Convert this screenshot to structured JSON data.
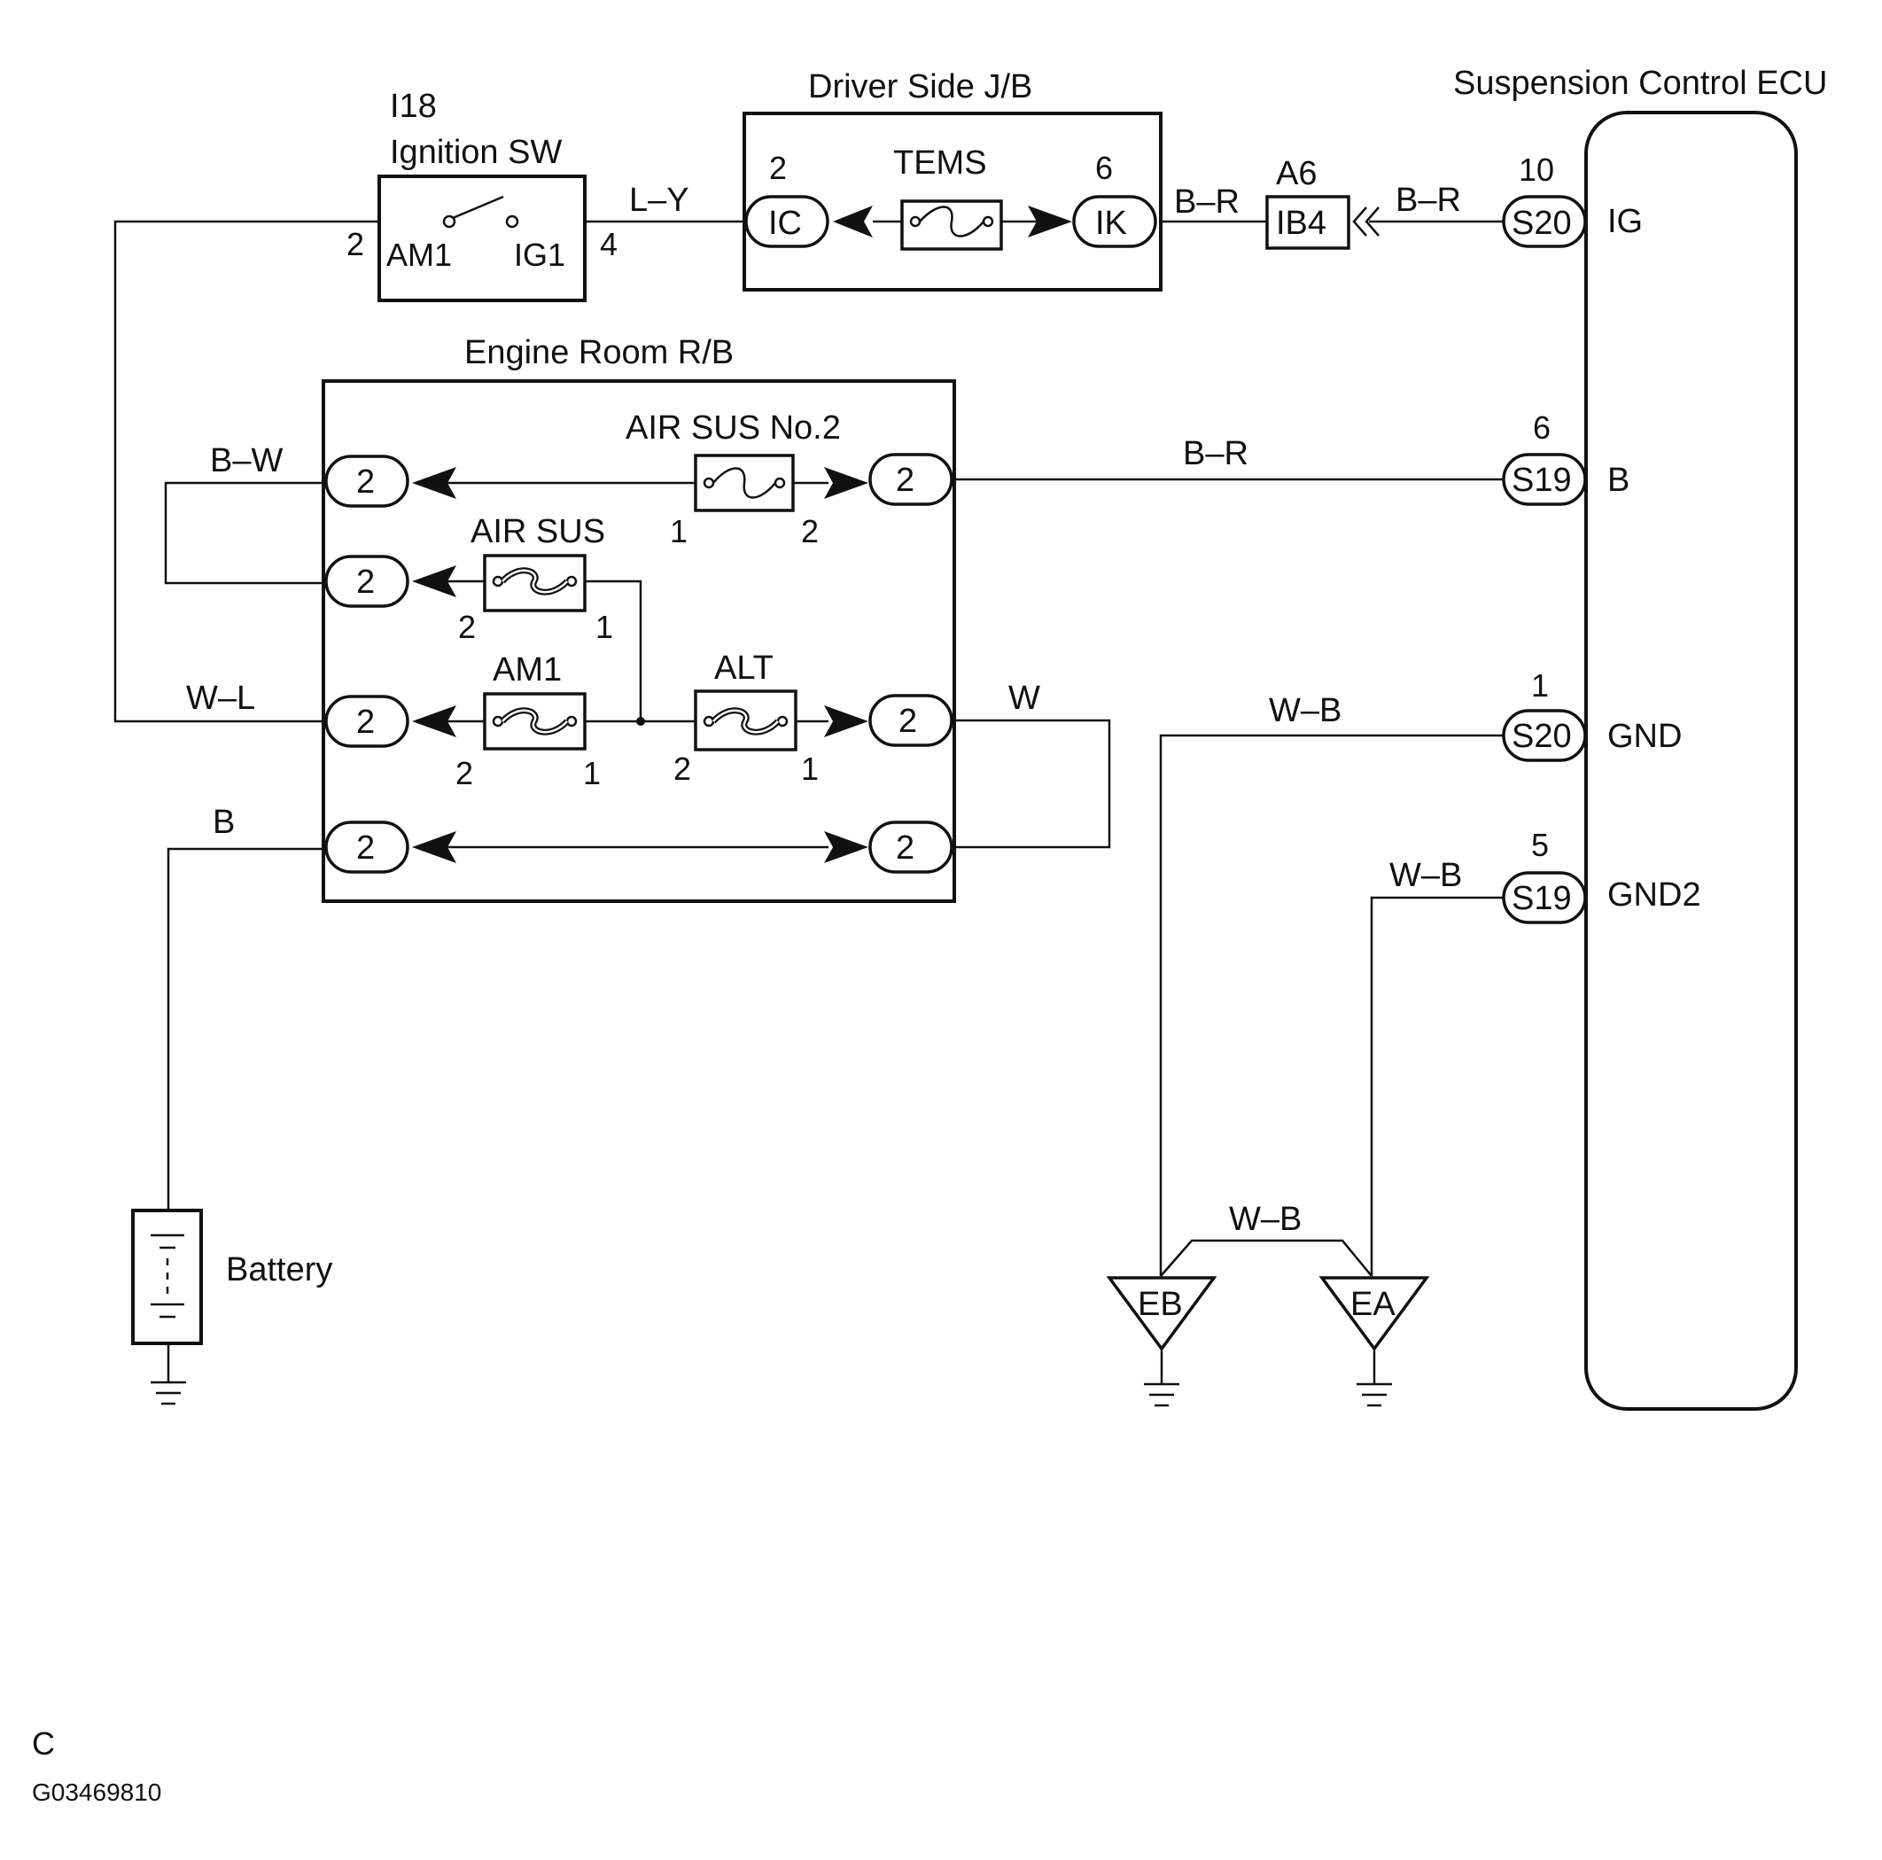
{
  "components": {
    "ignition_sw": {
      "code": "I18",
      "name": "Ignition SW",
      "pin_left": "2",
      "pin_right": "4",
      "term_left": "AM1",
      "term_right": "IG1"
    },
    "driver_jb": {
      "name": "Driver Side J/B",
      "fuse": "TEMS",
      "left_conn": "IC",
      "left_pin": "2",
      "right_conn": "IK",
      "right_pin": "6"
    },
    "junction_connector": {
      "code": "A6",
      "label": "IB4"
    },
    "ecu": {
      "name": "Suspension Control ECU",
      "terminals": [
        {
          "pin": "10",
          "conn": "S20",
          "label": "IG"
        },
        {
          "pin": "6",
          "conn": "S19",
          "label": "B"
        },
        {
          "pin": "1",
          "conn": "S20",
          "label": "GND"
        },
        {
          "pin": "5",
          "conn": "S19",
          "label": "GND2"
        }
      ]
    },
    "engine_rb": {
      "name": "Engine Room R/B",
      "connector_pin": "2",
      "fuses": {
        "air_sus_no2": {
          "name": "AIR SUS No.2",
          "pin_a": "1",
          "pin_b": "2"
        },
        "air_sus": {
          "name": "AIR SUS",
          "pin_a": "2",
          "pin_b": "1"
        },
        "am1": {
          "name": "AM1",
          "pin_a": "2",
          "pin_b": "1"
        },
        "alt": {
          "name": "ALT",
          "pin_a": "2",
          "pin_b": "1"
        }
      }
    },
    "battery": {
      "label": "Battery"
    },
    "grounds": [
      {
        "label": "EB"
      },
      {
        "label": "EA"
      }
    ]
  },
  "wires": {
    "ly": "L–Y",
    "br_jb": "B–R",
    "br_ecu": "B–R",
    "br_b": "B–R",
    "bw": "B–W",
    "wl": "W–L",
    "w": "W",
    "b": "B",
    "wb_gnd": "W–B",
    "wb_gnd2": "W–B",
    "wb_ground": "W–B"
  },
  "footer": {
    "letter": "C",
    "code": "G03469810"
  }
}
